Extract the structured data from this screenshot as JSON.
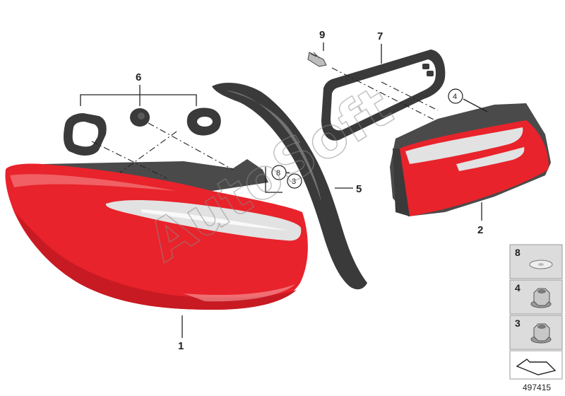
{
  "watermark": "AutoSoft",
  "callouts": {
    "c1": "1",
    "c2": "2",
    "c5": "5",
    "c6": "6",
    "c7": "7",
    "c9": "9",
    "c4_circle": "4",
    "c8_circle": "8",
    "c3_circle": "3"
  },
  "legend": [
    {
      "number": "8",
      "part": "washer-icon"
    },
    {
      "number": "4",
      "part": "nut-icon"
    },
    {
      "number": "3",
      "part": "nut-icon"
    }
  ],
  "figure_number": "497415",
  "colors": {
    "lamp_red": "#e8232b",
    "lamp_red_dark": "#c81a22",
    "lens_white": "#e2e2e2",
    "housing_grey": "#4a4a4a",
    "gasket_dark": "#3a3a3a",
    "legend_bg": "#dcdcdc"
  }
}
